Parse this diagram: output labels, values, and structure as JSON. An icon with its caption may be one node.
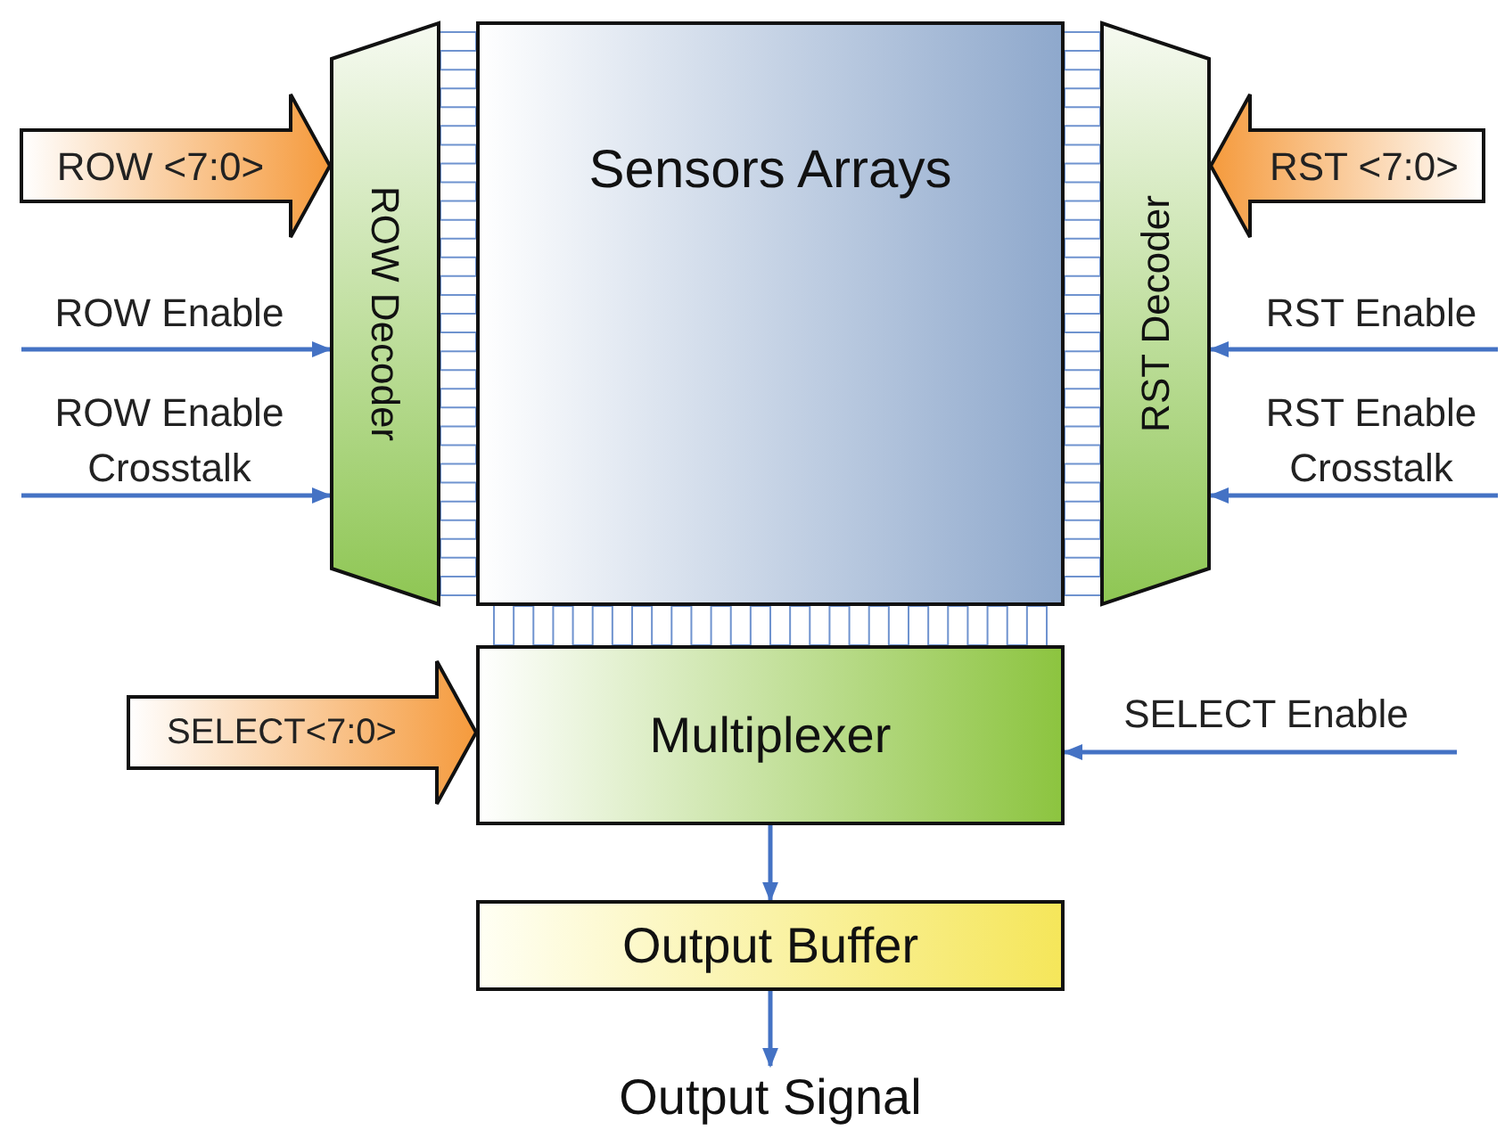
{
  "diagram": {
    "nodes": [
      {
        "text": [
          "ROW Decoder"
        ]
      },
      {
        "text": [
          "Sensors Arrays"
        ]
      },
      {
        "text": [
          "RST Decoder"
        ]
      },
      {
        "text": [
          "Multiplexer"
        ]
      },
      {
        "text": [
          "Output Buffer"
        ]
      },
      {
        "text": [
          "Output Signal"
        ]
      }
    ],
    "edges": [
      {
        "from": null,
        "to": 0,
        "arrow": "to",
        "label": "ROW <7:0>",
        "style": "thick",
        "color": "#f59a3c"
      },
      {
        "from": null,
        "to": 0,
        "arrow": "to",
        "label": "ROW Enable"
      },
      {
        "from": null,
        "to": 0,
        "arrow": "to",
        "label": "ROW Enable Crosstalk"
      },
      {
        "from": null,
        "to": 2,
        "arrow": "to",
        "label": "RST <7:0>",
        "style": "thick",
        "color": "#f59a3c"
      },
      {
        "from": null,
        "to": 2,
        "arrow": "to",
        "label": "RST Enable"
      },
      {
        "from": null,
        "to": 2,
        "arrow": "to",
        "label": "RST Enable Crosstalk"
      },
      {
        "from": null,
        "to": 3,
        "arrow": "to",
        "label": "SELECT<7:0>",
        "style": "thick",
        "color": "#f59a3c"
      },
      {
        "from": null,
        "to": 3,
        "arrow": "to",
        "label": "SELECT Enable"
      },
      {
        "from": 0,
        "to": 1,
        "arrow": "none"
      },
      {
        "from": 1,
        "to": 2,
        "arrow": "none"
      },
      {
        "from": 1,
        "to": 3,
        "arrow": "none"
      },
      {
        "from": 3,
        "to": 4,
        "arrow": "to"
      },
      {
        "from": 4,
        "to": 5,
        "arrow": "to"
      }
    ]
  }
}
